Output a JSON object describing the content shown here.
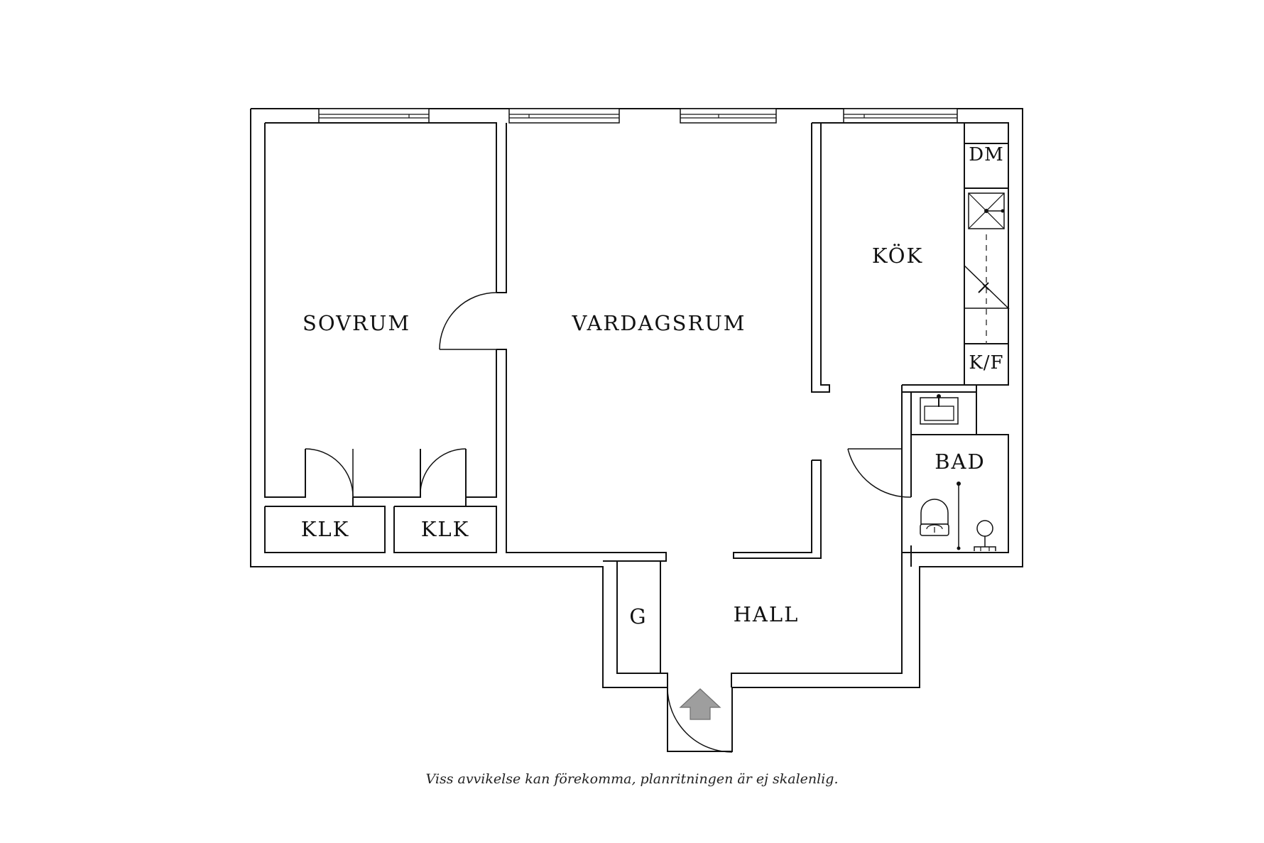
{
  "rooms": {
    "sovrum": "SOVRUM",
    "vardagsrum": "VARDAGSRUM",
    "kok": "KÖK",
    "bad": "BAD",
    "hall": "HALL",
    "klk_left": "KLK",
    "klk_right": "KLK",
    "garderob": "G"
  },
  "fixtures": {
    "diskmaskin": "DM",
    "kyl_frys": "K/F"
  },
  "icons": {
    "entrance": "entrance-arrow-icon",
    "stove": "stove-icon",
    "sink": "sink-icon",
    "toilet": "toilet-icon",
    "washbasin": "washbasin-icon"
  },
  "colors": {
    "walls": "#111111",
    "entrance_arrow": "#9e9e9e"
  },
  "disclaimer": "Viss avvikelse kan förekomma, planritningen är ej skalenlig."
}
